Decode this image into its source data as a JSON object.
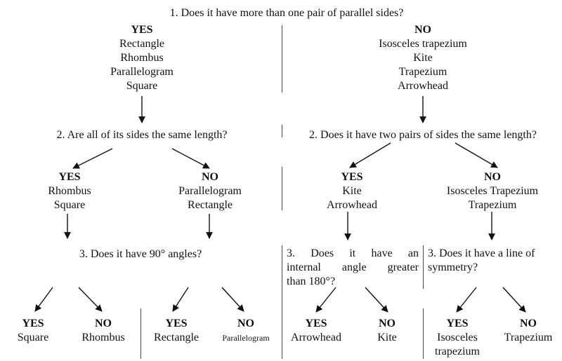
{
  "q1": {
    "question": "1. Does it have more than one pair of parallel sides?",
    "yes": {
      "label": "YES",
      "items": [
        "Rectangle",
        "Rhombus",
        "Parallelogram",
        "Square"
      ]
    },
    "no": {
      "label": "NO",
      "items": [
        "Isosceles trapezium",
        "Kite",
        "Trapezium",
        "Arrowhead"
      ]
    }
  },
  "left": {
    "q2": "2. Are all of its sides the same length?",
    "yes": {
      "label": "YES",
      "items": [
        "Rhombus",
        "Square"
      ]
    },
    "no": {
      "label": "NO",
      "items": [
        "Parallelogram",
        "Rectangle"
      ]
    },
    "q3": "3. Does it have 90° angles?",
    "yes_yes": {
      "label": "YES",
      "item": "Square"
    },
    "yes_no": {
      "label": "NO",
      "item": "Rhombus"
    },
    "no_yes": {
      "label": "YES",
      "item": "Rectangle"
    },
    "no_no": {
      "label": "NO",
      "item": "Parallelogram"
    }
  },
  "right": {
    "q2": "2. Does it have two pairs of sides the same length?",
    "yes": {
      "label": "YES",
      "items": [
        "Kite",
        "Arrowhead"
      ]
    },
    "no": {
      "label": "NO",
      "items": [
        "Isosceles Trapezium",
        "Trapezium"
      ]
    },
    "q3a": [
      "3.   Does   it   have   an",
      "internal angle greater",
      "than 180°?"
    ],
    "q3b": [
      "3. Does it have a line of",
      "symmetry?"
    ],
    "a_yes": {
      "label": "YES",
      "item": "Arrowhead"
    },
    "a_no": {
      "label": "NO",
      "item": "Kite"
    },
    "b_yes": {
      "label": "YES",
      "items": [
        "Isosceles",
        "trapezium"
      ]
    },
    "b_no": {
      "label": "NO",
      "item": "Trapezium"
    }
  }
}
